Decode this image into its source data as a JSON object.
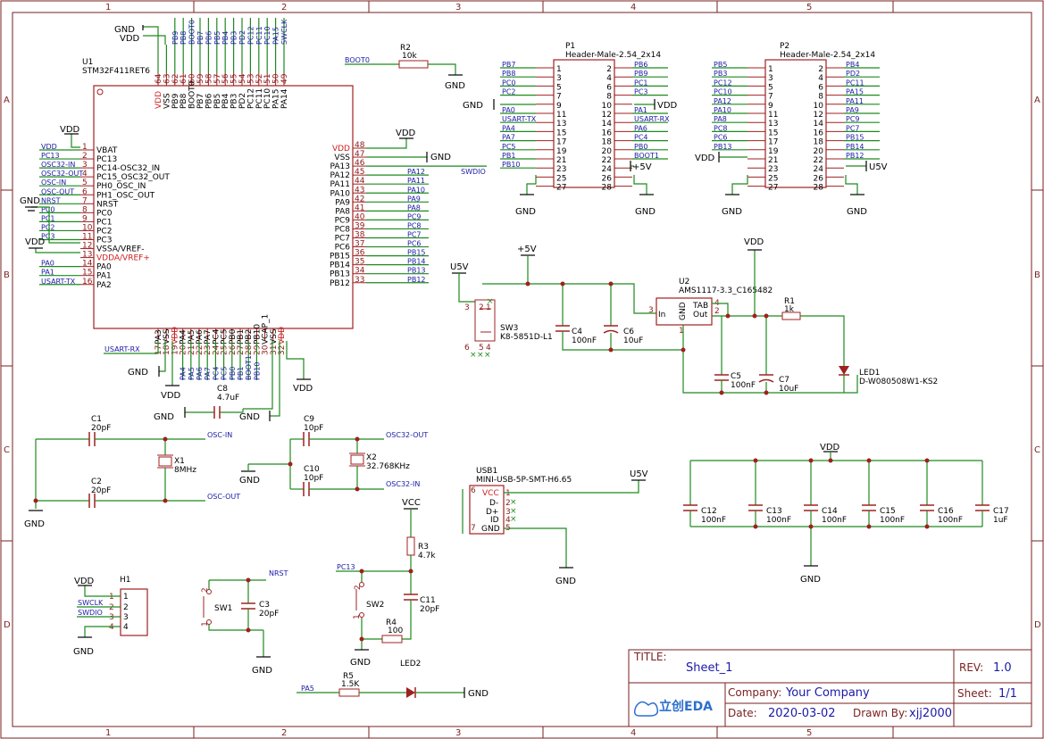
{
  "grid": {
    "columns": [
      "1",
      "2",
      "3",
      "4",
      "5"
    ],
    "rows": [
      "A",
      "B",
      "C",
      "D"
    ]
  },
  "u1": {
    "ref": "U1",
    "value": "STM32F411RET6",
    "left_pins": [
      {
        "num": "1",
        "name": "VBAT",
        "net": "VDD"
      },
      {
        "num": "2",
        "name": "PC13",
        "net": "PC13"
      },
      {
        "num": "3",
        "name": "PC14-OSC32_IN",
        "net": "OSC32-IN"
      },
      {
        "num": "4",
        "name": "PC15_OSC32_OUT",
        "net": "OSC32-OUT"
      },
      {
        "num": "5",
        "name": "PH0_OSC_IN",
        "net": "OSC-IN"
      },
      {
        "num": "6",
        "name": "PH1_OSC_OUT",
        "net": "OSC-OUT"
      },
      {
        "num": "7",
        "name": "NRST",
        "net": "NRST"
      },
      {
        "num": "8",
        "name": "PC0",
        "net": "PC0"
      },
      {
        "num": "9",
        "name": "PC1",
        "net": "PC1"
      },
      {
        "num": "10",
        "name": "PC2",
        "net": "PC2"
      },
      {
        "num": "11",
        "name": "PC3",
        "net": "PC3"
      },
      {
        "num": "12",
        "name": "VSSA/VREF-",
        "net": ""
      },
      {
        "num": "13",
        "name": "VDDA/VREF+",
        "net": ""
      },
      {
        "num": "14",
        "name": "PA0",
        "net": "PA0"
      },
      {
        "num": "15",
        "name": "PA1",
        "net": "PA1"
      },
      {
        "num": "16",
        "name": "PA2",
        "net": "USART-TX"
      }
    ],
    "right_pins": [
      {
        "num": "48",
        "name": "VDD",
        "net": ""
      },
      {
        "num": "47",
        "name": "VSS",
        "net": ""
      },
      {
        "num": "46",
        "name": "PA13",
        "net": "SWDIO"
      },
      {
        "num": "45",
        "name": "PA12",
        "net": "PA12"
      },
      {
        "num": "44",
        "name": "PA11",
        "net": "PA11"
      },
      {
        "num": "43",
        "name": "PA10",
        "net": "PA10"
      },
      {
        "num": "42",
        "name": "PA9",
        "net": "PA9"
      },
      {
        "num": "41",
        "name": "PA8",
        "net": "PA8"
      },
      {
        "num": "40",
        "name": "PC9",
        "net": "PC9"
      },
      {
        "num": "39",
        "name": "PC8",
        "net": "PC8"
      },
      {
        "num": "38",
        "name": "PC7",
        "net": "PC7"
      },
      {
        "num": "37",
        "name": "PC6",
        "net": "PC6"
      },
      {
        "num": "36",
        "name": "PB15",
        "net": "PB15"
      },
      {
        "num": "35",
        "name": "PB14",
        "net": "PB14"
      },
      {
        "num": "34",
        "name": "PB13",
        "net": "PB13"
      },
      {
        "num": "33",
        "name": "PB12",
        "net": "PB12"
      }
    ],
    "top_pins": [
      {
        "num": "64",
        "name": "VDD",
        "net": ""
      },
      {
        "num": "63",
        "name": "VSS",
        "net": ""
      },
      {
        "num": "62",
        "name": "PB9",
        "net": "PB9"
      },
      {
        "num": "61",
        "name": "PB8",
        "net": "PB8"
      },
      {
        "num": "60",
        "name": "BOOT0",
        "net": "BOOT0"
      },
      {
        "num": "59",
        "name": "PB7",
        "net": "PB7"
      },
      {
        "num": "58",
        "name": "PB6",
        "net": "PB6"
      },
      {
        "num": "57",
        "name": "PB5",
        "net": "PB5"
      },
      {
        "num": "56",
        "name": "PB4",
        "net": "PB4"
      },
      {
        "num": "55",
        "name": "PB3",
        "net": "PB3"
      },
      {
        "num": "54",
        "name": "PD2",
        "net": "PD2"
      },
      {
        "num": "53",
        "name": "PC12",
        "net": "PC12"
      },
      {
        "num": "52",
        "name": "PC11",
        "net": "PC11"
      },
      {
        "num": "51",
        "name": "PC10",
        "net": "PC10"
      },
      {
        "num": "50",
        "name": "PA15",
        "net": "PA15"
      },
      {
        "num": "49",
        "name": "PA14",
        "net": "SWCLK"
      }
    ],
    "bottom_pins": [
      {
        "num": "17",
        "name": "PA3",
        "net": "USART-RX"
      },
      {
        "num": "18",
        "name": "VSS",
        "net": ""
      },
      {
        "num": "19",
        "name": "VDD",
        "net": ""
      },
      {
        "num": "20",
        "name": "PA4",
        "net": "PA4"
      },
      {
        "num": "21",
        "name": "PA5",
        "net": "PA5"
      },
      {
        "num": "22",
        "name": "PA6",
        "net": "PA6"
      },
      {
        "num": "23",
        "name": "PA7",
        "net": "PA7"
      },
      {
        "num": "24",
        "name": "PC4",
        "net": "PC4"
      },
      {
        "num": "25",
        "name": "PC5",
        "net": "PC5"
      },
      {
        "num": "26",
        "name": "PB0",
        "net": "PB0"
      },
      {
        "num": "27",
        "name": "PB1",
        "net": "PB1"
      },
      {
        "num": "28",
        "name": "PB2",
        "net": "BOOT1"
      },
      {
        "num": "29",
        "name": "PB10",
        "net": "PB10"
      },
      {
        "num": "30",
        "name": "VCAP_1",
        "net": ""
      },
      {
        "num": "31",
        "name": "VSS",
        "net": ""
      },
      {
        "num": "32",
        "name": "VDD",
        "net": ""
      }
    ]
  },
  "p1": {
    "ref": "P1",
    "value": "Header-Male-2.54_2x14",
    "rows": [
      {
        "l": "PB7",
        "ln": "1",
        "rn": "2",
        "r": "PB6"
      },
      {
        "l": "PB8",
        "ln": "3",
        "rn": "4",
        "r": "PB9"
      },
      {
        "l": "PC0",
        "ln": "5",
        "rn": "6",
        "r": "PC1"
      },
      {
        "l": "PC2",
        "ln": "7",
        "rn": "8",
        "r": "PC3"
      },
      {
        "l": "",
        "ln": "9",
        "rn": "10",
        "r": ""
      },
      {
        "l": "PA0",
        "ln": "11",
        "rn": "12",
        "r": "PA1"
      },
      {
        "l": "USART-TX",
        "ln": "13",
        "rn": "14",
        "r": "USART-RX"
      },
      {
        "l": "PA4",
        "ln": "15",
        "rn": "16",
        "r": "PA6"
      },
      {
        "l": "PA7",
        "ln": "17",
        "rn": "18",
        "r": "PC4"
      },
      {
        "l": "PC5",
        "ln": "19",
        "rn": "20",
        "r": "PB0"
      },
      {
        "l": "PB1",
        "ln": "21",
        "rn": "22",
        "r": "BOOT1"
      },
      {
        "l": "PB10",
        "ln": "23",
        "rn": "24",
        "r": ""
      },
      {
        "l": "",
        "ln": "25",
        "rn": "26",
        "r": ""
      },
      {
        "l": "",
        "ln": "27",
        "rn": "28",
        "r": ""
      }
    ]
  },
  "p2": {
    "ref": "P2",
    "value": "Header-Male-2.54_2x14",
    "rows": [
      {
        "l": "PB5",
        "ln": "1",
        "rn": "2",
        "r": "PB4"
      },
      {
        "l": "PB3",
        "ln": "3",
        "rn": "4",
        "r": "PD2"
      },
      {
        "l": "PC12",
        "ln": "5",
        "rn": "6",
        "r": "PC11"
      },
      {
        "l": "PC10",
        "ln": "7",
        "rn": "8",
        "r": "PA15"
      },
      {
        "l": "PA12",
        "ln": "9",
        "rn": "10",
        "r": "PA11"
      },
      {
        "l": "PA10",
        "ln": "11",
        "rn": "12",
        "r": "PA9"
      },
      {
        "l": "PA8",
        "ln": "13",
        "rn": "14",
        "r": "PC9"
      },
      {
        "l": "PC8",
        "ln": "15",
        "rn": "16",
        "r": "PC7"
      },
      {
        "l": "PC6",
        "ln": "17",
        "rn": "18",
        "r": "PB15"
      },
      {
        "l": "PB13",
        "ln": "19",
        "rn": "20",
        "r": "PB14"
      },
      {
        "l": "",
        "ln": "21",
        "rn": "22",
        "r": "PB12"
      },
      {
        "l": "",
        "ln": "23",
        "rn": "24",
        "r": ""
      },
      {
        "l": "",
        "ln": "25",
        "rn": "26",
        "r": ""
      },
      {
        "l": "",
        "ln": "27",
        "rn": "28",
        "r": ""
      }
    ]
  },
  "power": {
    "gnd": "GND",
    "vdd": "VDD",
    "v5": "+5V",
    "u5v": "U5V",
    "vcc": "VCC"
  },
  "parts": {
    "r2": {
      "ref": "R2",
      "val": "10k",
      "net": "BOOT0"
    },
    "u2": {
      "ref": "U2",
      "val": "AMS1117-3.3_C165482",
      "pin_in": "In",
      "pin_gnd": "GND",
      "pin_out": "Out",
      "pin_tab": "TAB",
      "n3": "3",
      "n1": "1",
      "n4": "4",
      "n2": "2"
    },
    "sw3": {
      "ref": "SW3",
      "val": "K8-5851D-L1",
      "n1": "1",
      "n2": "2",
      "n3": "3",
      "n4": "4",
      "n5": "5",
      "n6": "6"
    },
    "c4": {
      "ref": "C4",
      "val": "100nF"
    },
    "c6": {
      "ref": "C6",
      "val": "10uF"
    },
    "c5": {
      "ref": "C5",
      "val": "100nF"
    },
    "c7": {
      "ref": "C7",
      "val": "10uF"
    },
    "r1": {
      "ref": "R1",
      "val": "1k"
    },
    "led1": {
      "ref": "LED1",
      "val": "D-W080508W1-KS2"
    },
    "c8": {
      "ref": "C8",
      "val": "4.7uF"
    },
    "c1": {
      "ref": "C1",
      "val": "20pF"
    },
    "c2": {
      "ref": "C2",
      "val": "20pF"
    },
    "x1": {
      "ref": "X1",
      "val": "8MHz",
      "net_in": "OSC-IN",
      "net_out": "OSC-OUT"
    },
    "c9": {
      "ref": "C9",
      "val": "10pF"
    },
    "c10": {
      "ref": "C10",
      "val": "10pF"
    },
    "x2": {
      "ref": "X2",
      "val": "32.768KHz",
      "net_out": "OSC32-OUT",
      "net_in": "OSC32-IN"
    },
    "usb1": {
      "ref": "USB1",
      "val": "MINI-USB-5P-SMT-H6.65",
      "p_vcc": "VCC",
      "p_dm": "D-",
      "p_dp": "D+",
      "p_id": "ID",
      "p_gnd": "GND",
      "n1": "1",
      "n2": "2",
      "n3": "3",
      "n4": "4",
      "n5": "5",
      "n6": "6",
      "n7": "7"
    },
    "c12": {
      "ref": "C12",
      "val": "100nF"
    },
    "c13": {
      "ref": "C13",
      "val": "100nF"
    },
    "c14": {
      "ref": "C14",
      "val": "100nF"
    },
    "c15": {
      "ref": "C15",
      "val": "100nF"
    },
    "c16": {
      "ref": "C16",
      "val": "100nF"
    },
    "c17": {
      "ref": "C17",
      "val": "1uF"
    },
    "h1": {
      "ref": "H1",
      "n1": "1",
      "n2": "2",
      "n3": "3",
      "n4": "4",
      "net_swclk": "SWCLK",
      "net_swdio": "SWDIO"
    },
    "sw1": {
      "ref": "SW1",
      "net": "NRST",
      "n1": "1",
      "n2": "2"
    },
    "c3": {
      "ref": "C3",
      "val": "20pF"
    },
    "r3": {
      "ref": "R3",
      "val": "4.7k"
    },
    "sw2": {
      "ref": "SW2",
      "net": "PC13",
      "n1": "1",
      "n2": "2"
    },
    "c11": {
      "ref": "C11",
      "val": "20pF"
    },
    "r4": {
      "ref": "R4",
      "val": "100"
    },
    "r5": {
      "ref": "R5",
      "val": "1.5K",
      "net": "PA5"
    },
    "led2": {
      "ref": "LED2"
    }
  },
  "titleblock": {
    "title_label": "TITLE:",
    "title": "Sheet_1",
    "rev_label": "REV:",
    "rev": "1.0",
    "company_label": "Company:",
    "company": "Your Company",
    "sheet_label": "Sheet:",
    "sheet": "1/1",
    "date_label": "Date:",
    "date": "2020-03-02",
    "drawn_label": "Drawn By:",
    "drawn": "xjj2000",
    "logo": "立创EDA"
  }
}
